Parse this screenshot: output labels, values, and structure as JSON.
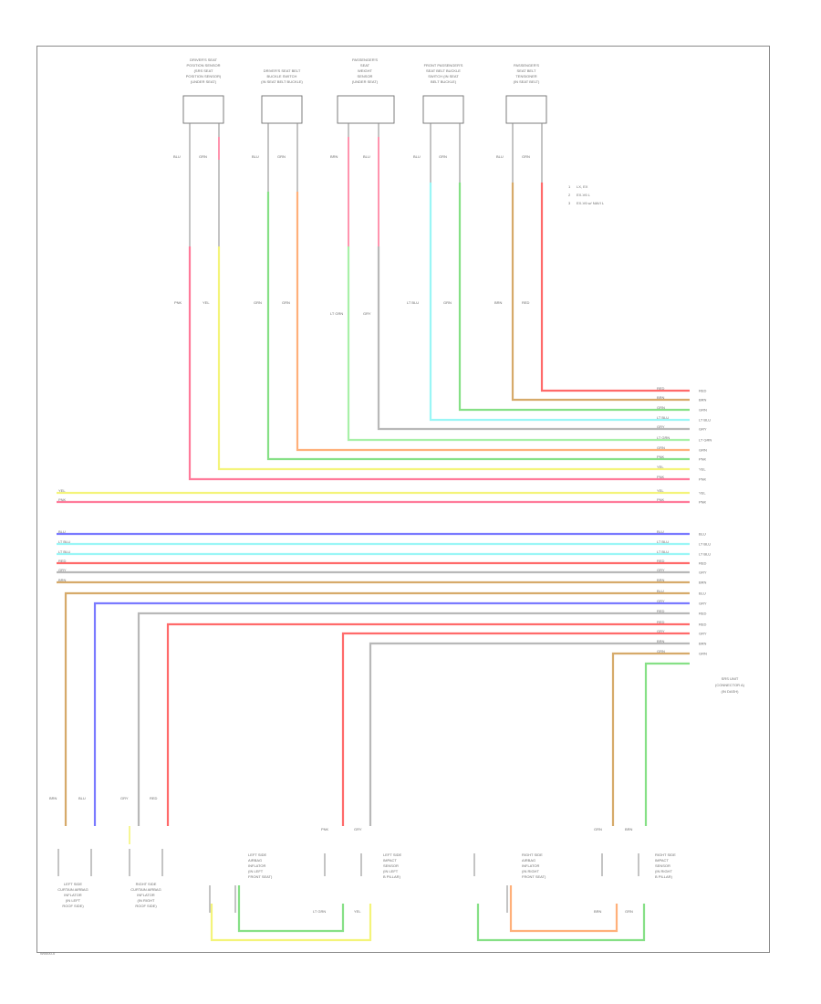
{
  "footer": {
    "code": "W0000-0"
  },
  "legend": [
    {
      "num": "1",
      "text": "LX, EX"
    },
    {
      "num": "2",
      "text": "EX-V6 L"
    },
    {
      "num": "3",
      "text": "EX-V6 w/ NAVI L"
    }
  ],
  "top_components": [
    {
      "id": "c1",
      "label": [
        "DRIVER'S SEAT",
        "POSITION SENSOR",
        "(SRS SEAT",
        "POSITION SENSOR)",
        "(UNDER SEAT)"
      ],
      "pins": [
        "BLU",
        "GRN"
      ],
      "wires": [
        "PNK",
        "YEL"
      ]
    },
    {
      "id": "c2",
      "label": [
        "DRIVER'S SEAT BELT",
        "BUCKLE SWITCH",
        "(IN SEAT BELT BUCKLE)"
      ],
      "pins": [
        "BLU",
        "GRN"
      ],
      "wires": [
        "GRN",
        "GRN"
      ]
    },
    {
      "id": "c3",
      "label": [
        "PASSENGER'S",
        "SEAT",
        "WEIGHT",
        "SENSOR",
        "(UNDER SEAT)"
      ],
      "pins": [
        "BRN",
        "BLU"
      ],
      "wires": [
        "LT GRN",
        "GRY"
      ]
    },
    {
      "id": "c4",
      "label": [
        "FRONT PASSENGER'S",
        "SEAT BELT BUCKLE",
        "SWITCH (IN SEAT",
        "BELT BUCKLE)"
      ],
      "pins": [
        "BLU",
        "GRN"
      ],
      "wires": [
        "LT BLU",
        "GRN"
      ]
    },
    {
      "id": "c5",
      "label": [
        "PASSENGER'S",
        "SEAT BELT",
        "TENSIONER",
        "(IN SEAT BELT)"
      ],
      "pins": [
        "BLU",
        "GRN"
      ],
      "wires": [
        "BRN",
        "RED"
      ]
    }
  ],
  "bus_labels_right": [
    "RED",
    "BRN",
    "GRN",
    "LT BLU",
    "GRY",
    "LT GRN",
    "GRN",
    "PNK",
    "YEL",
    "PNK",
    "YEL",
    "PNK",
    "BLU",
    "LT BLU",
    "LT BLU",
    "RED",
    "GRY",
    "BRN",
    "BLU",
    "GRY",
    "RED",
    "RED",
    "GRY",
    "BRN",
    "GRN"
  ],
  "bus_labels_left": [
    "YEL",
    "PNK",
    "BLU",
    "LT BLU",
    "LT BLU",
    "RED",
    "GRY",
    "BRN"
  ],
  "unit_label": [
    "SRS UNIT",
    "(CONNECTOR A)",
    "(IN DASH)"
  ],
  "bottom_components": [
    {
      "id": "b1",
      "label": [
        "LEFT SIDE",
        "CURTAIN AIRBAG",
        "INFLATOR",
        "(IN LEFT",
        "ROOF SIDE)"
      ],
      "pins": [
        "BRN",
        "BLU"
      ]
    },
    {
      "id": "b2",
      "label": [
        "RIGHT SIDE",
        "CURTAIN AIRBAG",
        "INFLATOR",
        "(IN RIGHT",
        "ROOF SIDE)"
      ],
      "pins": [
        "GRY",
        "RED"
      ]
    },
    {
      "id": "b3",
      "label": [
        "LEFT SIDE",
        "AIRBAG",
        "INFLATOR",
        "(IN LEFT",
        "FRONT SEAT)"
      ],
      "pins": [
        "PNK",
        "GRY"
      ]
    },
    {
      "id": "b4",
      "label": [
        "LEFT SIDE",
        "IMPACT",
        "SENSOR",
        "(IN LEFT",
        "B PILLAR)"
      ],
      "pins": [
        "LT GRN",
        "YEL"
      ]
    },
    {
      "id": "b5",
      "label": [
        "RIGHT SIDE",
        "AIRBAG",
        "INFLATOR",
        "(IN RIGHT",
        "FRONT SEAT)"
      ],
      "pins": [
        "GRN",
        "BRN"
      ]
    },
    {
      "id": "b6",
      "label": [
        "RIGHT SIDE",
        "IMPACT",
        "SENSOR",
        "(IN RIGHT",
        "B PILLAR)"
      ],
      "pins": [
        "BRN",
        "GRN"
      ]
    }
  ]
}
